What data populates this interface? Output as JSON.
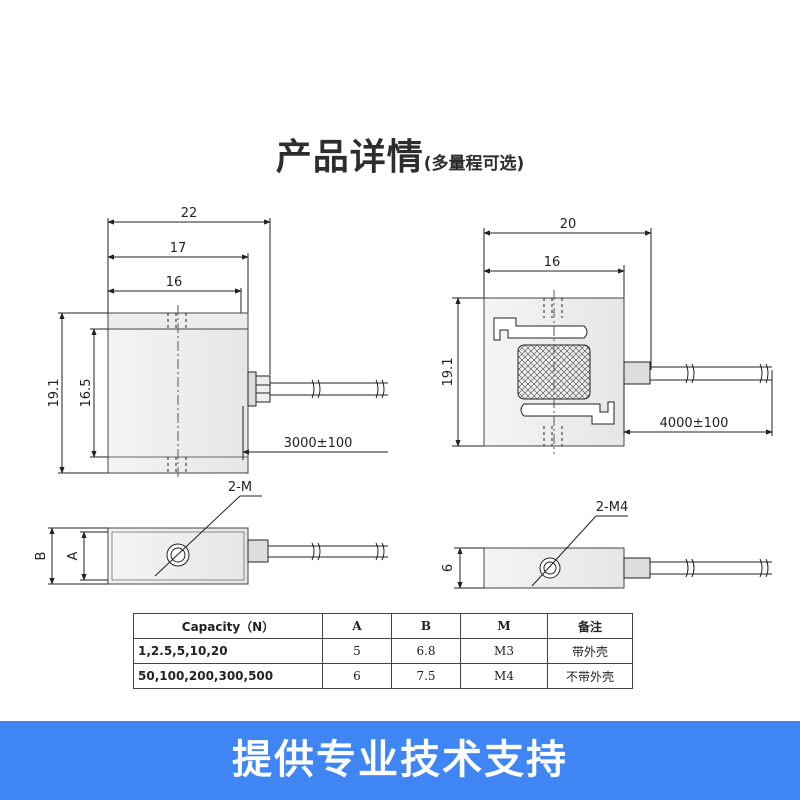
{
  "header": {
    "title": "产品详情",
    "subtitle": "(多量程可选)"
  },
  "drawing": {
    "left": {
      "dim_22": "22",
      "dim_17": "17",
      "dim_16": "16",
      "dim_19_1": "19.1",
      "dim_16_5": "16.5",
      "cable": "3000±100",
      "thread": "2-M",
      "dim_B": "B",
      "dim_A": "A"
    },
    "right": {
      "dim_20": "20",
      "dim_16": "16",
      "dim_19_1": "19.1",
      "cable": "4000±100",
      "thread": "2-M4",
      "dim_6": "6"
    }
  },
  "table": {
    "headers": [
      "Capacity（N）",
      "A",
      "B",
      "M",
      "备注"
    ],
    "rows": [
      [
        "1,2.5,5,10,20",
        "5",
        "6.8",
        "M3",
        "带外壳"
      ],
      [
        "50,100,200,300,500",
        "6",
        "7.5",
        "M4",
        "不带外壳"
      ]
    ]
  },
  "banner": {
    "text": "提供专业技术支持"
  },
  "colors": {
    "banner_bg": "#3f86f4",
    "banner_text": "#ffffff"
  }
}
